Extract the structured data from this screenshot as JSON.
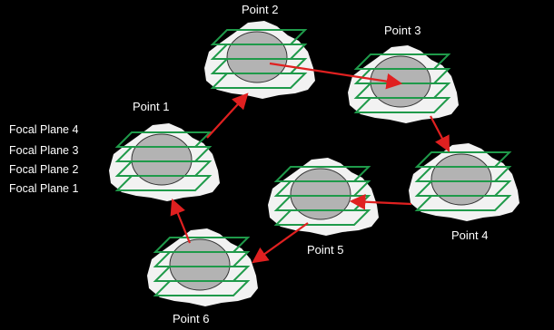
{
  "diagram": {
    "colors": {
      "background": "#000000",
      "cell": "#f2f2f2",
      "nucleus": "#b3b3b3",
      "nucleus_outline": "#333333",
      "focal_plane": "#1f9a4a",
      "arrow": "#e02020",
      "text": "#ffffff"
    },
    "focal_planes": [
      "Focal Plane 4",
      "Focal Plane 3",
      "Focal Plane 2",
      "Focal Plane 1"
    ],
    "points": [
      {
        "label": "Point 1"
      },
      {
        "label": "Point 2"
      },
      {
        "label": "Point 3"
      },
      {
        "label": "Point 4"
      },
      {
        "label": "Point 5"
      },
      {
        "label": "Point 6"
      }
    ],
    "path": [
      "Point 6",
      "Point 1",
      "Point 2",
      "Point 3",
      "Point 4",
      "Point 5",
      "Point 6"
    ]
  }
}
